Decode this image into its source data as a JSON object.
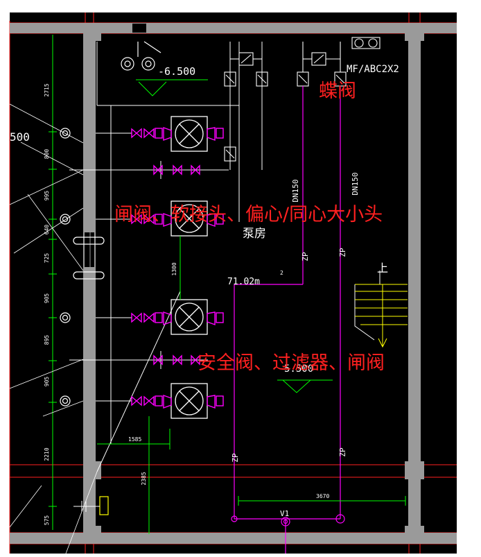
{
  "colors": {
    "background": "#000000",
    "wall": "#9a9a9a",
    "axis": "#ff2020",
    "valve": "#ff00ff",
    "pipe_white": "#ffffff",
    "pipe_green": "#00ff00",
    "annotation": "#ff2020",
    "device": "#ffff00"
  },
  "labels": {
    "elevation_top": "-6.500",
    "elevation_mid": "5.500",
    "elevation_left": "500",
    "pump_room": "泵房",
    "pump_code": "MF/ABC2X2",
    "pipe_dn_1": "DN150",
    "pipe_dn_2": "DN150",
    "zp_1": "ZP",
    "zp_2": "ZP",
    "zp_3": "ZP",
    "zp_4": "ZP",
    "length": "71.02m",
    "slope": "2",
    "stair_up": "上",
    "v1": "V1"
  },
  "dimensions": {
    "d1": "2715",
    "d2": "800",
    "d3": "995",
    "d4": "640",
    "d5": "725",
    "d6": "905",
    "d7": "895",
    "d8": "905",
    "d9": "2210",
    "d10": "575",
    "d11": "1300",
    "d12": "1585",
    "d13": "2385",
    "d14": "3670"
  },
  "annotations": {
    "butterfly_valve": "蝶阀",
    "gate_valve_group": "闸阀、软接头、偏心/同心大小头",
    "safety_valve_group": "安全阀、过滤器、闸阀"
  }
}
